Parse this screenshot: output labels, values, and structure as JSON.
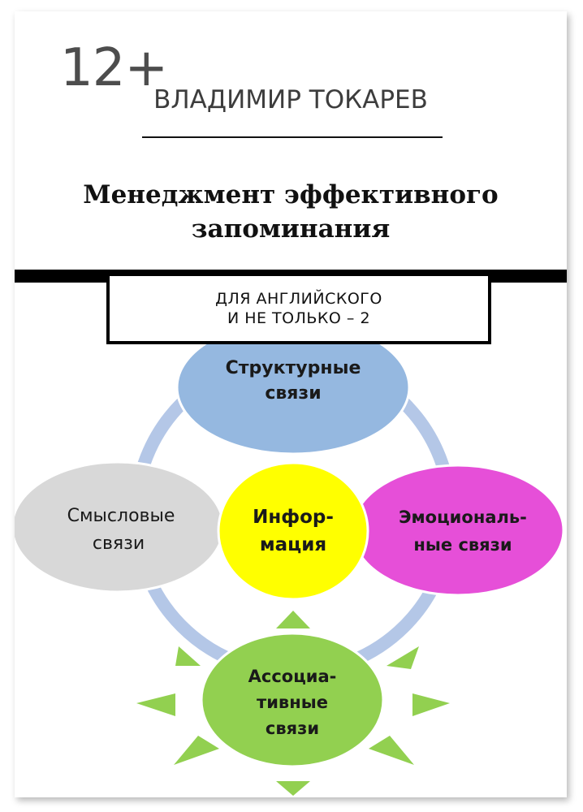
{
  "age_rating": "12+",
  "author": "ВЛАДИМИР ТОКАРЕВ",
  "title": {
    "line1": "Менеджмент эффективного",
    "line2": "запоминания"
  },
  "subtitle": {
    "line1": "ДЛЯ АНГЛИЙСКОГО",
    "line2": "И НЕ ТОЛЬКО – 2"
  },
  "diagram": {
    "center": {
      "line1": "Инфор-",
      "line2": "мация",
      "color": "#ffff00"
    },
    "top": {
      "line1": "Структурные",
      "line2": "связи",
      "color": "#95b8e0"
    },
    "left": {
      "line1": "Смысловые",
      "line2": "связи",
      "color": "#d8d8d8"
    },
    "right": {
      "line1": "Эмоциональ-",
      "line2": "ные связи",
      "color": "#e64fd8"
    },
    "bottom": {
      "line1": "Ассоциа-",
      "line2": "тивные",
      "line3": "связи",
      "color": "#92d050"
    },
    "ring_color": "#b4c7e7",
    "ray_color": "#92d050"
  }
}
